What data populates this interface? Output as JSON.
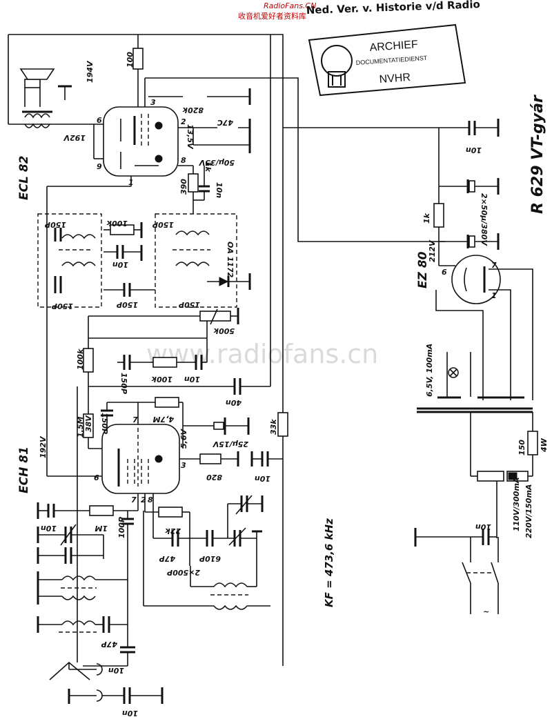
{
  "header": {
    "watermark_site": "RadioFans.CN",
    "watermark_cn": "收音机爱好者资料库",
    "archive_line": "Ned. Ver. v. Historie v/d Radio"
  },
  "stamp": {
    "line1": "ARCHIEF",
    "line2": "DOCUMENTATIEDIENST",
    "line3": "NVHR"
  },
  "center_watermark": "www.radiofans.cn",
  "model": "R 629 VT-gyár",
  "if_note": "KF = 473,6 kHz",
  "tubes": {
    "ecl82": "ECL 82",
    "ech81": "ECH 81",
    "ez80": "EZ 80",
    "diode": "OA 1172"
  },
  "labels": {
    "r100": "100",
    "v194": "194V",
    "v192a": "192V",
    "r820k": "820k",
    "c47c": "47C",
    "v13_5": "13,5V",
    "c50u": "50µ/35V",
    "r1k_a": "1k",
    "r390": "390",
    "c10n_a": "10n",
    "c10n_b": "10n",
    "c2x50u": "2×50µ/380V",
    "r1k_b": "1k",
    "v212": "212V",
    "c150p_a": "150P",
    "r100k_a": "100k",
    "c10n_c": "10n",
    "c150p_b": "150P",
    "c150p_c": "150P",
    "c150p_d": "150P",
    "c150p_e": "150P",
    "r500k": "500k",
    "r100k_b": "100k",
    "c150p_f": "150P",
    "r100k_c": "100k",
    "c10n_d": "10n",
    "c40n": "40n",
    "c150p_g": "150P",
    "r1_5m": "1,5M",
    "v38": "38V",
    "r4_7m": "4,7M",
    "c25u": "25µ/15V",
    "v5_6": "5,6V",
    "r33k": "33k",
    "r820": "820",
    "c10n_e": "10n",
    "v192b": "192V",
    "c10n_f": "10n",
    "r1m": "1M",
    "c100p": "100P",
    "r22k": "22k",
    "c47p_a": "47P",
    "c610p": "610P",
    "c2x500p": "2×500P",
    "c47p_b": "47P",
    "c10n_g": "10n",
    "c10n_h": "10n",
    "lamp": "6,5V, 100mA",
    "r150": "150",
    "r150w": "4W",
    "mains": "110V/300mA",
    "mains2": "220V/150mA",
    "c10n_i": "10n",
    "pin9": "9",
    "pin1": "1",
    "pin2": "2",
    "pin3": "3",
    "pin6": "6",
    "pin8": "8",
    "pin7": "7",
    "pin6b": "6",
    "pin1b": "1",
    "pin7b": "7",
    "pin3b": "3",
    "pin2b": "2",
    "pin8b": "8",
    "pin6c": "6",
    "pin7c": "7"
  }
}
